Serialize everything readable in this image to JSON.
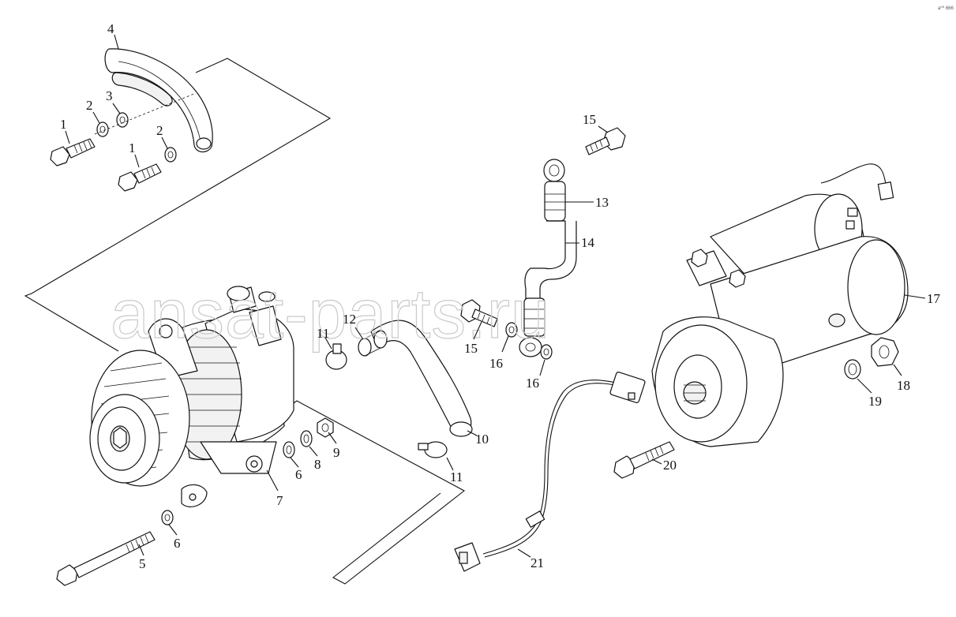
{
  "watermark": "ansat-parts.ru",
  "corner_mark": "a⁰⁰ 666",
  "callouts": [
    {
      "id": "c4",
      "label": "4"
    },
    {
      "id": "c3",
      "label": "3"
    },
    {
      "id": "c2a",
      "label": "2"
    },
    {
      "id": "c2b",
      "label": "2"
    },
    {
      "id": "c1a",
      "label": "1"
    },
    {
      "id": "c1b",
      "label": "1"
    },
    {
      "id": "c15a",
      "label": "15"
    },
    {
      "id": "c15b",
      "label": "15"
    },
    {
      "id": "c13",
      "label": "13"
    },
    {
      "id": "c14",
      "label": "14"
    },
    {
      "id": "c12",
      "label": "12"
    },
    {
      "id": "c11a",
      "label": "11"
    },
    {
      "id": "c11b",
      "label": "11"
    },
    {
      "id": "c16a",
      "label": "16"
    },
    {
      "id": "c16b",
      "label": "16"
    },
    {
      "id": "c10",
      "label": "10"
    },
    {
      "id": "c17",
      "label": "17"
    },
    {
      "id": "c18",
      "label": "18"
    },
    {
      "id": "c19",
      "label": "19"
    },
    {
      "id": "c20",
      "label": "20"
    },
    {
      "id": "c21",
      "label": "21"
    },
    {
      "id": "c9",
      "label": "9"
    },
    {
      "id": "c8",
      "label": "8"
    },
    {
      "id": "c6a",
      "label": "6"
    },
    {
      "id": "c6b",
      "label": "6"
    },
    {
      "id": "c7",
      "label": "7"
    },
    {
      "id": "c5",
      "label": "5"
    }
  ]
}
